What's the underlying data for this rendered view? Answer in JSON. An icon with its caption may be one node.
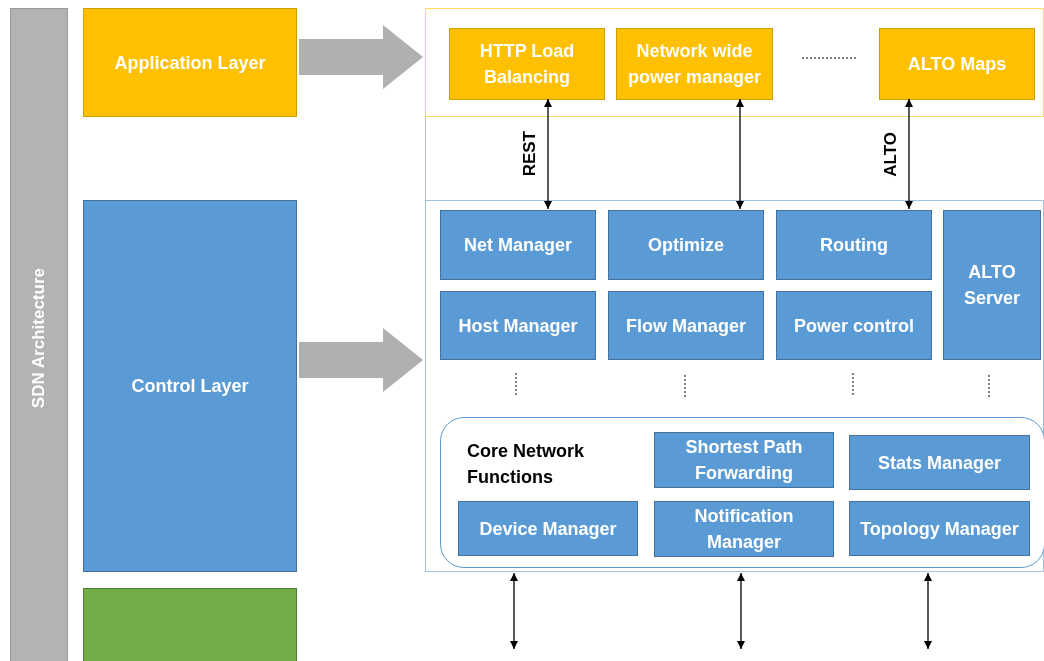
{
  "diagram": {
    "nodes": [
      {
        "text": [
          "SDN Architecture"
        ]
      },
      {
        "text": [
          "Application Layer"
        ]
      },
      {
        "text": [
          "Control Layer"
        ]
      },
      {
        "text": [],
        "shape": "box"
      },
      {
        "text": [],
        "shape": "box"
      },
      {
        "text": [
          "HTTP Load Balancing"
        ],
        "in": 4
      },
      {
        "text": [
          "Network wide power manager"
        ],
        "in": 4
      },
      {
        "text": [
          "ALTO Maps"
        ],
        "in": 4
      },
      {
        "text": [],
        "shape": "box"
      },
      {
        "text": [
          "Net Manager"
        ],
        "in": 8
      },
      {
        "text": [
          "Optimize"
        ],
        "in": 8
      },
      {
        "text": [
          "Routing"
        ],
        "in": 8
      },
      {
        "text": [
          "ALTO Server"
        ],
        "in": 8
      },
      {
        "text": [
          "Host Manager"
        ],
        "in": 8
      },
      {
        "text": [
          "Flow Manager"
        ],
        "in": 8
      },
      {
        "text": [
          "Power control"
        ],
        "in": 8
      },
      {
        "text": [
          "Core Network Functions"
        ],
        "in": 8
      },
      {
        "text": [
          "Shortest Path Forwarding"
        ],
        "in": 16
      },
      {
        "text": [
          "Stats Manager"
        ],
        "in": 16
      },
      {
        "text": [
          "Device Manager"
        ],
        "in": 16
      },
      {
        "text": [
          "Notification Manager"
        ],
        "in": 16
      },
      {
        "text": [
          "Topology Manager"
        ],
        "in": 16
      }
    ],
    "edges": [
      {
        "from": 1,
        "to": 4,
        "arrow": "to",
        "style": "thick",
        "color": "#b0b0b0"
      },
      {
        "from": 2,
        "to": 8,
        "arrow": "to",
        "style": "thick",
        "color": "#b0b0b0"
      },
      {
        "from": 5,
        "to": 9,
        "arrow": "both",
        "label": "REST"
      },
      {
        "from": 6,
        "to": 10,
        "arrow": "both"
      },
      {
        "from": 7,
        "to": 11,
        "arrow": "both",
        "label": "ALTO"
      },
      {
        "from": 8,
        "to": null,
        "arrow": "both"
      },
      {
        "from": 8,
        "to": null,
        "arrow": "both"
      },
      {
        "from": 8,
        "to": null,
        "arrow": "both"
      }
    ]
  }
}
